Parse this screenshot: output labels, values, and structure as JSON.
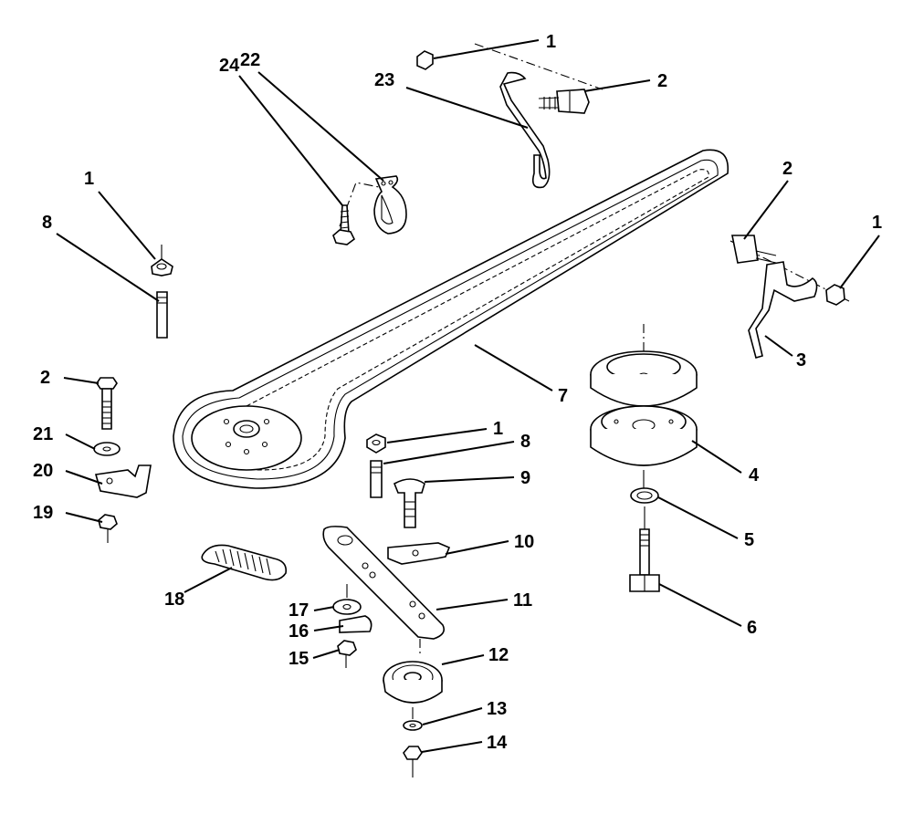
{
  "callouts": [
    {
      "id": "c1a",
      "text": "1"
    },
    {
      "id": "c2a",
      "text": "2"
    },
    {
      "id": "c23",
      "text": "23"
    },
    {
      "id": "c24",
      "text": "24"
    },
    {
      "id": "c22",
      "text": "22"
    },
    {
      "id": "c1b",
      "text": "1"
    },
    {
      "id": "c8a",
      "text": "8"
    },
    {
      "id": "c2b",
      "text": "2"
    },
    {
      "id": "c1c",
      "text": "1"
    },
    {
      "id": "c3",
      "text": "3"
    },
    {
      "id": "c7",
      "text": "7"
    },
    {
      "id": "c2c",
      "text": "2"
    },
    {
      "id": "c21",
      "text": "21"
    },
    {
      "id": "c20",
      "text": "20"
    },
    {
      "id": "c19",
      "text": "19"
    },
    {
      "id": "c1d",
      "text": "1"
    },
    {
      "id": "c8b",
      "text": "8"
    },
    {
      "id": "c9",
      "text": "9"
    },
    {
      "id": "c4",
      "text": "4"
    },
    {
      "id": "c5",
      "text": "5"
    },
    {
      "id": "c10",
      "text": "10"
    },
    {
      "id": "c18",
      "text": "18"
    },
    {
      "id": "c11",
      "text": "11"
    },
    {
      "id": "c17",
      "text": "17"
    },
    {
      "id": "c16",
      "text": "16"
    },
    {
      "id": "c15",
      "text": "15"
    },
    {
      "id": "c12",
      "text": "12"
    },
    {
      "id": "c6",
      "text": "6"
    },
    {
      "id": "c13",
      "text": "13"
    },
    {
      "id": "c14",
      "text": "14"
    }
  ]
}
